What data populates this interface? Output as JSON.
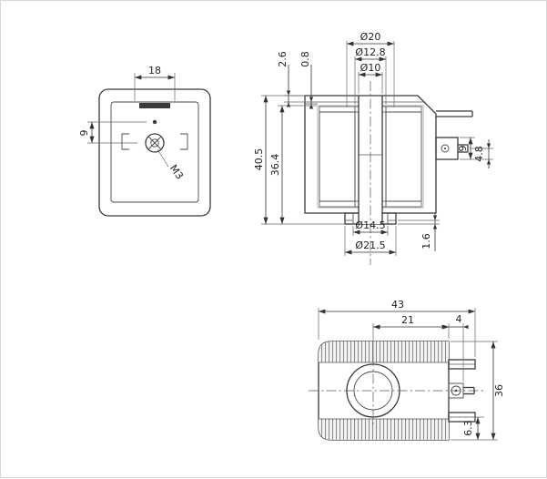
{
  "meta": {
    "type": "technical-drawing",
    "component": "solenoid-coil"
  },
  "colors": {
    "line": "#3a3a3a",
    "dim": "#333333",
    "body_fill": "#ededed"
  },
  "front_view": {
    "dim_width": "18",
    "dim_vertical": "9",
    "thread_label": "M3"
  },
  "section_view": {
    "dia_top_outer": "Ø20",
    "dia_top_mid": "Ø12.8",
    "dia_bore": "Ø10",
    "dim_plate": "2.6",
    "dim_gap": "0.8",
    "dim_height_total": "40.5",
    "dim_height_inner": "36.4",
    "dim_tab_height": "9",
    "dim_tab_offset": "4.8",
    "dia_flange_inner": "Ø14.5",
    "dia_flange_outer": "Ø21.5",
    "dim_flange_step": "1.6"
  },
  "side_view": {
    "dim_width_total": "43",
    "dim_width_body": "21",
    "dim_pin_len": "4",
    "dim_height": "36",
    "dim_pin_offset": "6.3"
  }
}
